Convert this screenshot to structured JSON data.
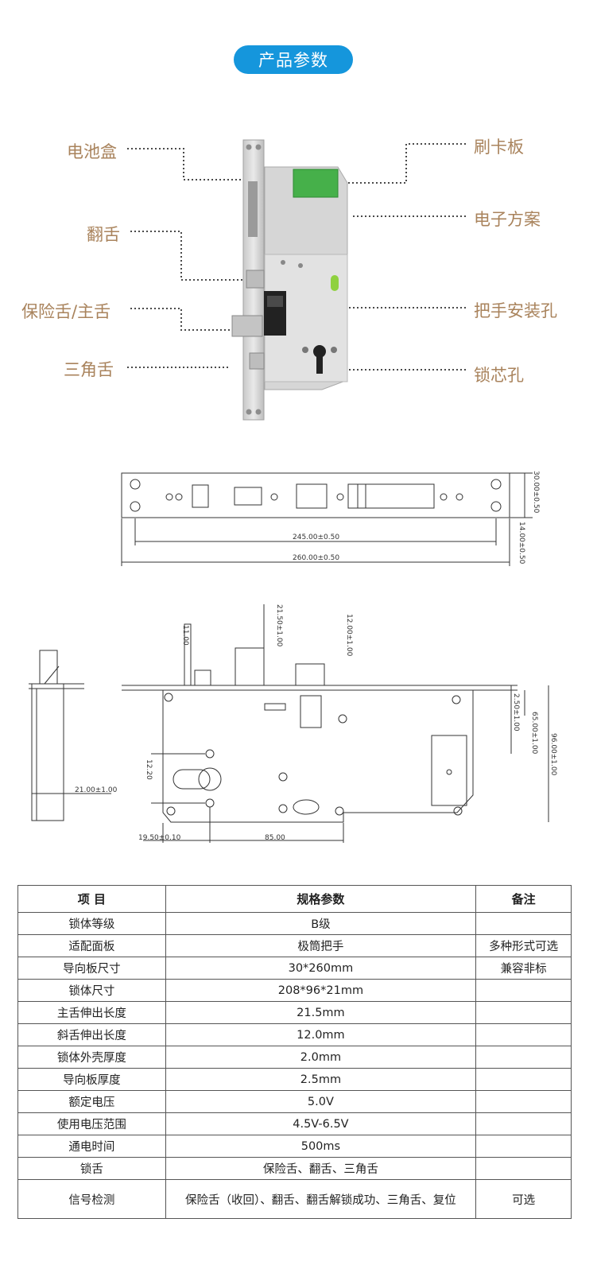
{
  "header": {
    "title": "产品参数"
  },
  "callouts": {
    "battery_box": "电池盒",
    "flip_tongue": "翻舌",
    "safety_main_tongue": "保险舌/主舌",
    "triangle_tongue": "三角舌",
    "card_board": "刷卡板",
    "electronic_scheme": "电子方案",
    "handle_hole": "把手安装孔",
    "cylinder_hole": "锁芯孔"
  },
  "drawing_front": {
    "dim_245": "245.00±0.50",
    "dim_260": "260.00±0.50",
    "dim_30": "30.00±0.50",
    "dim_14": "14.00±0.50"
  },
  "drawing_body": {
    "dim_21_5": "21.50±1.00",
    "dim_12": "12.00±1.00",
    "dim_11": "11.00",
    "dim_21": "21.00±1.00",
    "dim_65": "65.00±1.00",
    "dim_96": "96.00±1.00",
    "dim_25": "2.50±1.00",
    "dim_19_5": "19.50±0.10",
    "dim_85": "85.00",
    "dim_12_20": "12.20"
  },
  "table": {
    "headers": [
      "项 目",
      "规格参数",
      "备注"
    ],
    "rows": [
      {
        "item": "锁体等级",
        "spec": "B级",
        "note": ""
      },
      {
        "item": "适配面板",
        "spec": "极筒把手",
        "note": "多种形式可选"
      },
      {
        "item": "导向板尺寸",
        "spec": "30*260mm",
        "note": "兼容非标"
      },
      {
        "item": "锁体尺寸",
        "spec": "208*96*21mm",
        "note": ""
      },
      {
        "item": "主舌伸出长度",
        "spec": "21.5mm",
        "note": ""
      },
      {
        "item": "斜舌伸出长度",
        "spec": "12.0mm",
        "note": ""
      },
      {
        "item": "锁体外壳厚度",
        "spec": "2.0mm",
        "note": ""
      },
      {
        "item": "导向板厚度",
        "spec": "2.5mm",
        "note": ""
      },
      {
        "item": "额定电压",
        "spec": "5.0V",
        "note": ""
      },
      {
        "item": "使用电压范围",
        "spec": "4.5V-6.5V",
        "note": ""
      },
      {
        "item": "通电时间",
        "spec": "500ms",
        "note": ""
      },
      {
        "item": "锁舌",
        "spec": "保险舌、翻舌、三角舌",
        "note": ""
      },
      {
        "item": "信号检测",
        "spec": "保险舌（收回）、翻舌、翻舌解锁成功、三角舌、复位",
        "note": "可选"
      }
    ]
  }
}
